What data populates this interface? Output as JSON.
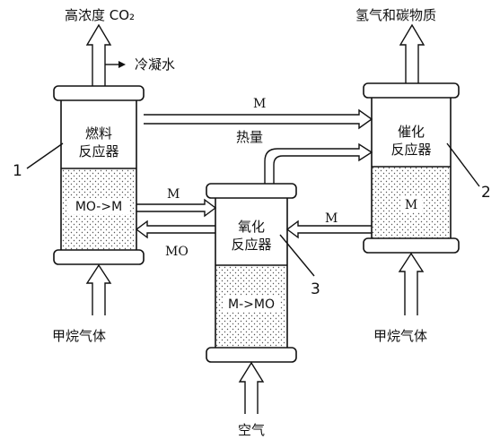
{
  "labels": {
    "top_left": "高浓度 CO₂",
    "condensed_water": "冷凝水",
    "top_right": "氢气和碳物质",
    "methane_left": "甲烷气体",
    "methane_right": "甲烷气体",
    "air": "空气",
    "heat": "热量",
    "m_top": "M",
    "m_left": "M",
    "mo_left": "MO",
    "m_right": "M"
  },
  "reactors": {
    "fuel": {
      "line1": "燃料",
      "line2": "反应器",
      "bed": "MO->M",
      "number": "1"
    },
    "catalytic": {
      "line1": "催化",
      "line2": "反应器",
      "bed": "M",
      "number": "2"
    },
    "oxidation": {
      "line1": "氧化",
      "line2": "反应器",
      "bed": "M->MO",
      "number": "3"
    }
  }
}
